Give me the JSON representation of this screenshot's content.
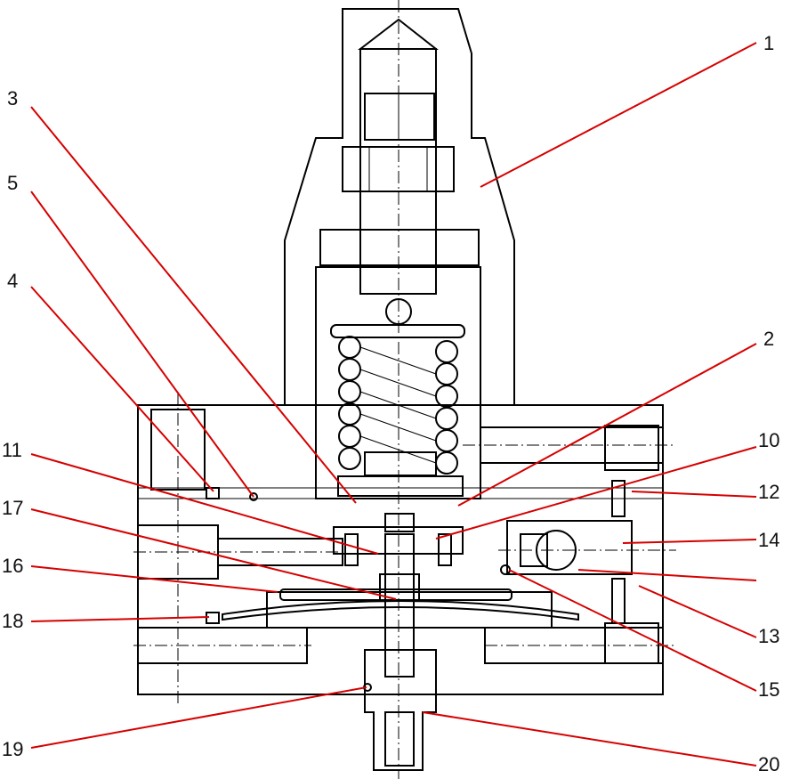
{
  "diagram": {
    "leader_color": "#d60000",
    "callouts": [
      {
        "id": "c1",
        "label": "1"
      },
      {
        "id": "c2",
        "label": "2"
      },
      {
        "id": "c3",
        "label": "3"
      },
      {
        "id": "c4",
        "label": "4"
      },
      {
        "id": "c5",
        "label": "5"
      },
      {
        "id": "c10",
        "label": "10"
      },
      {
        "id": "c11",
        "label": "11"
      },
      {
        "id": "c12",
        "label": "12"
      },
      {
        "id": "c13",
        "label": "13"
      },
      {
        "id": "c14",
        "label": "14"
      },
      {
        "id": "c15",
        "label": "15"
      },
      {
        "id": "c16",
        "label": "16"
      },
      {
        "id": "c17",
        "label": "17"
      },
      {
        "id": "c18",
        "label": "18"
      },
      {
        "id": "c19",
        "label": "19"
      },
      {
        "id": "c20",
        "label": "20"
      }
    ]
  }
}
